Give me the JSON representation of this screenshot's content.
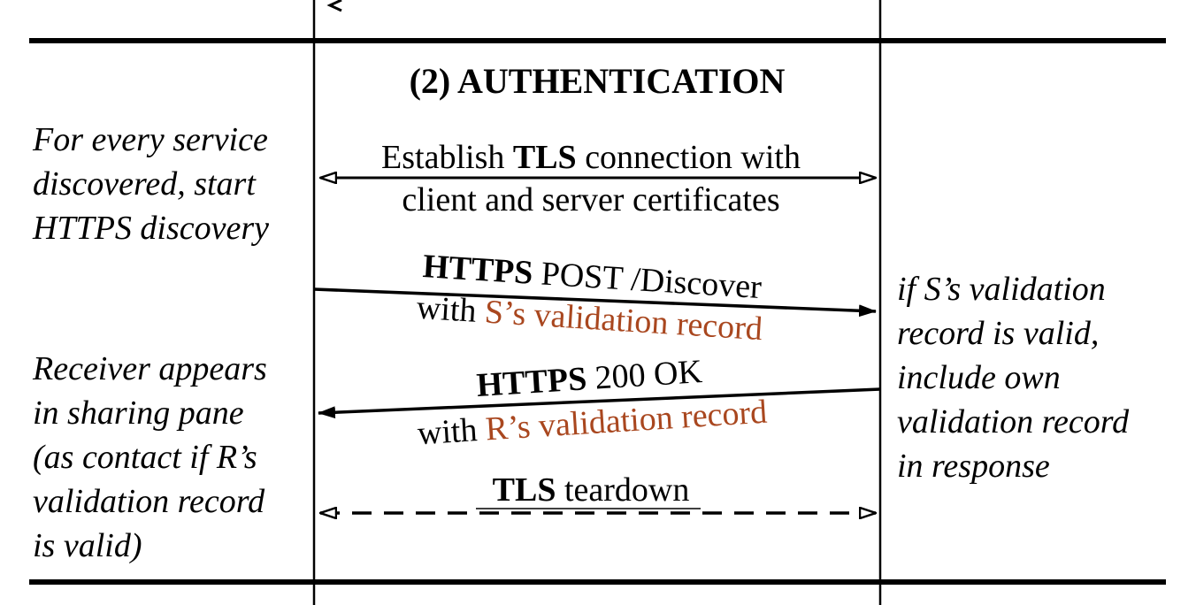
{
  "section_title": "(2) AUTHENTICATION",
  "left_notes": {
    "top": [
      "For every service",
      "discovered, start",
      "HTTPS discovery"
    ],
    "bottom": [
      "Receiver appears",
      "in sharing pane",
      "(as contact if R’s",
      "validation record",
      "is valid)"
    ]
  },
  "right_note": [
    "if S’s validation",
    "record is valid,",
    "include own",
    "validation record",
    "in response"
  ],
  "messages": {
    "tls_establish": {
      "line1_pre": "Establish ",
      "line1_bold": "TLS",
      "line1_post": " connection with",
      "line2": "client and server certificates"
    },
    "post_discover": {
      "line1_bold": "HTTPS",
      "line1_post": " POST /Discover",
      "line2_pre": "with ",
      "line2_highlight": "S’s validation record"
    },
    "ok_200": {
      "line1_bold": "HTTPS",
      "line1_post": " 200 OK",
      "line2_pre": "with ",
      "line2_highlight": "R’s validation record"
    },
    "teardown": {
      "label_bold": "TLS",
      "label_post": " teardown"
    }
  },
  "colors": {
    "highlight": "#a9471f",
    "line": "#000000"
  }
}
